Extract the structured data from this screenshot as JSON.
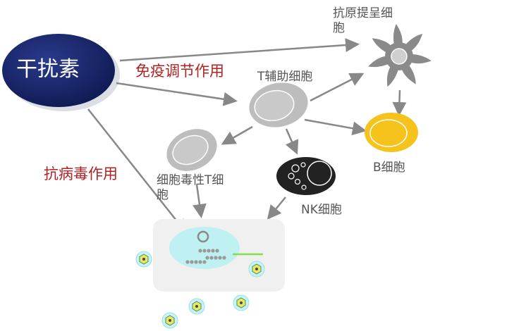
{
  "interferon": "干扰素",
  "immune_regulation": "免疫调节作用",
  "antiviral": "抗病毒作用",
  "apc": [
    "抗原提呈细",
    "胞"
  ],
  "t_helper": "T辅助细胞",
  "b_cell": "B细胞",
  "nk_cell": "NK细胞",
  "cytotoxic_t": [
    "细胞毒性T细",
    "胞"
  ],
  "colors": {
    "ellipse_dark": "#121e5e",
    "red_text": "#b22222",
    "gray_text": "#555555",
    "b_cell_fill": "#f6c21c",
    "apc_fill": "#8a8a8a",
    "infected_cell": "#bff0f2",
    "green_line": "#7fe04a",
    "arrow": "#888888"
  }
}
